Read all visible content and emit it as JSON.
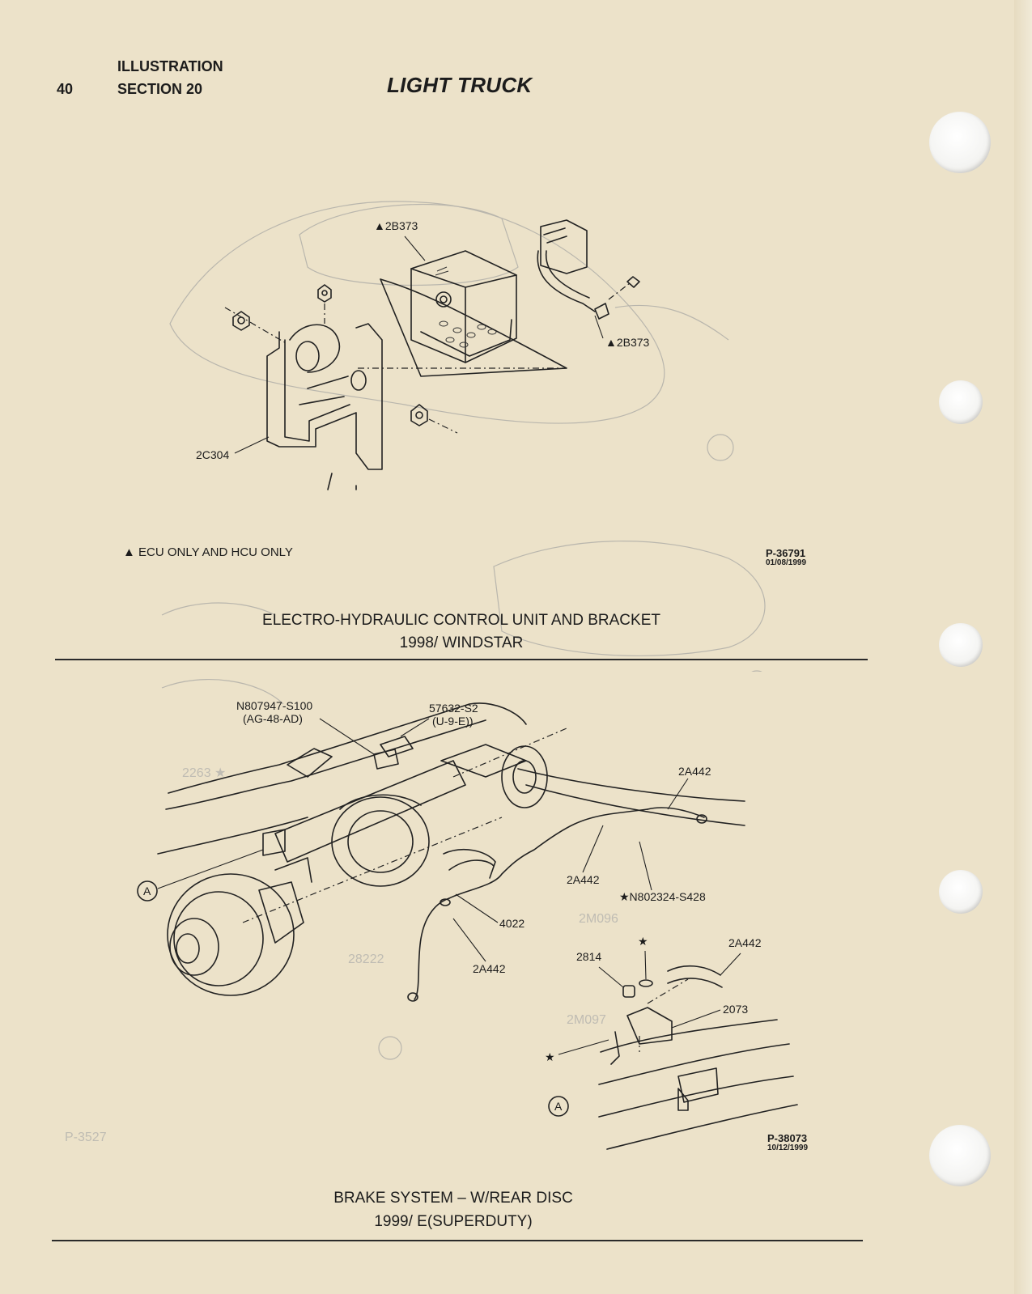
{
  "header": {
    "page_number": "40",
    "label_line1": "ILLUSTRATION",
    "label_line2": "SECTION 20",
    "title": "LIGHT TRUCK"
  },
  "figure1": {
    "callouts": {
      "top_module": "▲2B373",
      "side_connector": "▲2B373",
      "bracket": "2C304"
    },
    "note": "▲ ECU ONLY AND HCU ONLY",
    "ref_number": "P-36791",
    "ref_date": "01/08/1999",
    "caption_line1": "ELECTRO-HYDRAULIC CONTROL UNIT AND BRACKET",
    "caption_line2": "1998/ WINDSTAR"
  },
  "figure2": {
    "callouts": {
      "bolt_top": "N807947-S100",
      "bolt_top_spec": "(AG-48-AD)",
      "clip_top": "57632-S2",
      "clip_top_spec": "(U-9-E))",
      "hose_right": "2A442",
      "hose_middle": "2A442",
      "bolt_right": "★N802324-S428",
      "sensor": "4022",
      "hose_lower": "2A442",
      "detail_left": "2814",
      "detail_star": "★",
      "detail_right_hose": "2A442",
      "detail_bracket": "2073",
      "detail_star_left": "★",
      "view_label_main": "A",
      "view_label_detail": "A"
    },
    "ref_number": "P-38073",
    "ref_date": "10/12/1999",
    "caption_line1": "BRAKE SYSTEM – W/REAR DISC",
    "caption_line2": "1999/ E(SUPERDUTY)"
  }
}
